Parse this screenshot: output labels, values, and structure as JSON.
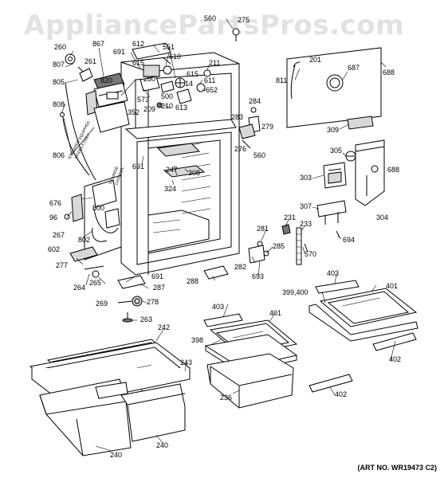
{
  "watermark": "AppliancePartsPros.com",
  "art_number": "(ART NO. WR19473 C2)",
  "notes": {
    "icemaker": [
      "ICEMAKER EQUIPPED",
      "MODELS ONLY"
    ],
    "to_hinge": [
      "TO HINGE",
      "CHANNEL"
    ]
  },
  "callouts": [
    {
      "id": "c560a",
      "text": "560"
    },
    {
      "id": "c275",
      "text": "275"
    },
    {
      "id": "c260",
      "text": "260"
    },
    {
      "id": "c867",
      "text": "867"
    },
    {
      "id": "c612",
      "text": "612"
    },
    {
      "id": "c551",
      "text": "551"
    },
    {
      "id": "c691a",
      "text": "691"
    },
    {
      "id": "c610",
      "text": "610"
    },
    {
      "id": "c807",
      "text": "807"
    },
    {
      "id": "c261",
      "text": "261"
    },
    {
      "id": "c615a",
      "text": "615"
    },
    {
      "id": "c211",
      "text": "211"
    },
    {
      "id": "c820",
      "text": "820"
    },
    {
      "id": "c280",
      "text": "280"
    },
    {
      "id": "c615b",
      "text": "615"
    },
    {
      "id": "c805",
      "text": "805"
    },
    {
      "id": "c14",
      "text": "14"
    },
    {
      "id": "c611",
      "text": "611"
    },
    {
      "id": "c652",
      "text": "652"
    },
    {
      "id": "c573",
      "text": "573"
    },
    {
      "id": "c500",
      "text": "500"
    },
    {
      "id": "c209",
      "text": "209"
    },
    {
      "id": "c210",
      "text": "210"
    },
    {
      "id": "c613",
      "text": "613"
    },
    {
      "id": "c808",
      "text": "808"
    },
    {
      "id": "c352",
      "text": "352"
    },
    {
      "id": "c284",
      "text": "284"
    },
    {
      "id": "c283",
      "text": "283"
    },
    {
      "id": "c279",
      "text": "279"
    },
    {
      "id": "c276",
      "text": "276"
    },
    {
      "id": "c560b",
      "text": "560"
    },
    {
      "id": "c806",
      "text": "806"
    },
    {
      "id": "c691b",
      "text": "691"
    },
    {
      "id": "c247",
      "text": "247"
    },
    {
      "id": "c308",
      "text": "308"
    },
    {
      "id": "c324",
      "text": "324"
    },
    {
      "id": "c201",
      "text": "201"
    },
    {
      "id": "c687",
      "text": "687"
    },
    {
      "id": "c688a",
      "text": "688"
    },
    {
      "id": "c811",
      "text": "811"
    },
    {
      "id": "c309",
      "text": "309"
    },
    {
      "id": "c305",
      "text": "305"
    },
    {
      "id": "c688b",
      "text": "688"
    },
    {
      "id": "c303",
      "text": "303"
    },
    {
      "id": "c307",
      "text": "307"
    },
    {
      "id": "c304",
      "text": "304"
    },
    {
      "id": "c231",
      "text": "231"
    },
    {
      "id": "c233",
      "text": "233"
    },
    {
      "id": "c694",
      "text": "694"
    },
    {
      "id": "c281",
      "text": "281"
    },
    {
      "id": "c285",
      "text": "285"
    },
    {
      "id": "c570",
      "text": "570"
    },
    {
      "id": "c282",
      "text": "282"
    },
    {
      "id": "c693",
      "text": "693"
    },
    {
      "id": "c676",
      "text": "676"
    },
    {
      "id": "c96",
      "text": "96"
    },
    {
      "id": "c800",
      "text": "800"
    },
    {
      "id": "c267",
      "text": "267"
    },
    {
      "id": "c802",
      "text": "802"
    },
    {
      "id": "c602",
      "text": "602"
    },
    {
      "id": "c277",
      "text": "277"
    },
    {
      "id": "c264",
      "text": "264"
    },
    {
      "id": "c265",
      "text": "265"
    },
    {
      "id": "c691c",
      "text": "691"
    },
    {
      "id": "c287",
      "text": "287"
    },
    {
      "id": "c288",
      "text": "288"
    },
    {
      "id": "c269",
      "text": "269"
    },
    {
      "id": "c278",
      "text": "278"
    },
    {
      "id": "c263",
      "text": "263"
    },
    {
      "id": "c403a",
      "text": "403"
    },
    {
      "id": "c399",
      "text": "399,400"
    },
    {
      "id": "c401a",
      "text": "401"
    },
    {
      "id": "c403b",
      "text": "403"
    },
    {
      "id": "c401b",
      "text": "401"
    },
    {
      "id": "c242",
      "text": "242"
    },
    {
      "id": "c398",
      "text": "398"
    },
    {
      "id": "c243",
      "text": "243"
    },
    {
      "id": "c402a",
      "text": "402"
    },
    {
      "id": "c236",
      "text": "236"
    },
    {
      "id": "c402b",
      "text": "402"
    },
    {
      "id": "c240a",
      "text": "240"
    },
    {
      "id": "c240b",
      "text": "240"
    }
  ]
}
